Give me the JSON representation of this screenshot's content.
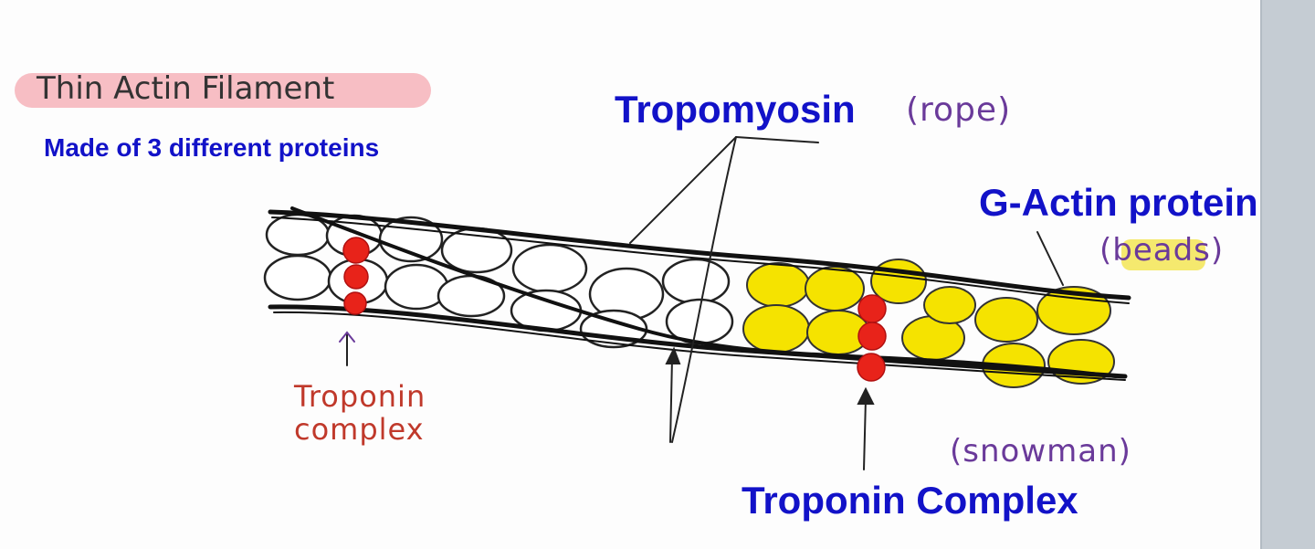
{
  "title": "Thin Actin Filament",
  "subtitle": "Made of 3 different proteins",
  "labels": {
    "tropomyosin": "Tropomyosin",
    "rope": "(rope)",
    "g_actin": "G-Actin protein",
    "beads": "(beads)",
    "troponin_small_line1": "Troponin",
    "troponin_small_line2": "complex",
    "snowman": "(snowman)",
    "troponin_complex": "Troponin Complex"
  },
  "colors": {
    "heading_blue": "#1212c8",
    "handwriting_purple": "#6a3a9a",
    "troponin_red": "#e8231a",
    "g_actin_yellow": "#f5e300",
    "title_highlight": "#f6b3ba",
    "sidebar_gray": "#c5ccd3"
  }
}
